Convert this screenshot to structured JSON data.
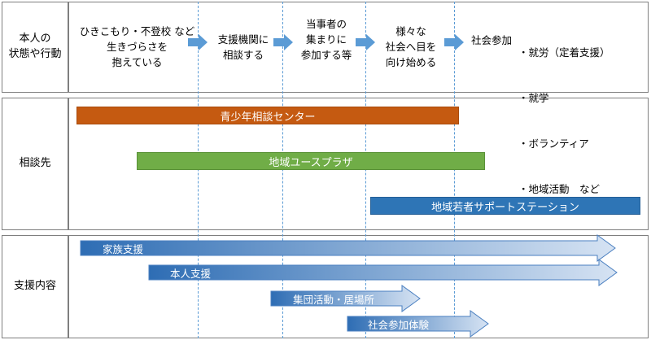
{
  "rows": {
    "state_label": "本人の\n状態や行動",
    "consult_label": "相談先",
    "support_label": "支援内容"
  },
  "stages": [
    "ひきこもり・不登校 など\n生きづらさを\n抱えている",
    "支援機関に\n相談する",
    "当事者の\n集まりに\n参加する等",
    "様々な\n社会へ目を\n向け始める",
    "社会参加"
  ],
  "participation_list": [
    "・就労（定着支援）",
    "・就学",
    "・ボランティア",
    "・地域活動　など"
  ],
  "consultation_bars": [
    {
      "label": "青少年相談センター",
      "color": "#c55a11"
    },
    {
      "label": "地域ユースプラザ",
      "color": "#70ad47"
    },
    {
      "label": "地域若者サポートステーション",
      "color": "#2e75b6"
    }
  ],
  "support_arrows": [
    {
      "label": "家族支援"
    },
    {
      "label": "本人支援"
    },
    {
      "label": "集団活動・居場所"
    },
    {
      "label": "社会参加体験"
    }
  ],
  "colors": {
    "stage_arrow": "#5b9bd5",
    "support_arrow_light": "#d6e3f3",
    "support_arrow_dark": "#2e6db4"
  }
}
